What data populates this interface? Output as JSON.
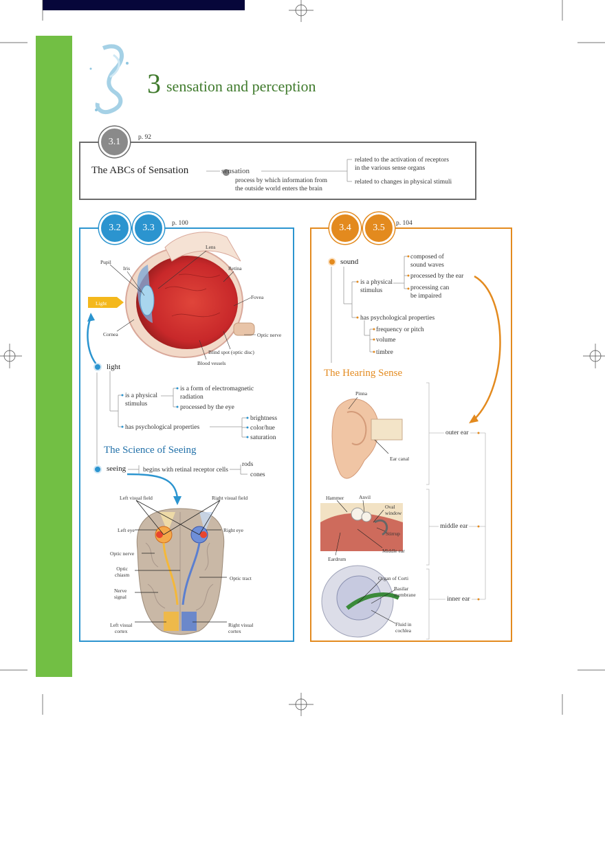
{
  "chapter": {
    "number": "3",
    "title": "sensation and perception"
  },
  "sec31": {
    "badge": "3.1",
    "page": "p. 92",
    "heading": "The ABCs of Sensation",
    "term": "sensation",
    "definition": [
      "process by which information from",
      "the outside world enters the brain"
    ],
    "relates": [
      [
        "related to the activation of receptors",
        "in the various sense organs"
      ],
      [
        "related to changes in physical stimuli"
      ]
    ]
  },
  "sec32": {
    "badges": [
      "3.2",
      "3.3"
    ],
    "page": "p. 100",
    "eye_labels": {
      "lens": "Lens",
      "pupil": "Pupil",
      "iris": "Iris",
      "retina": "Retina",
      "fovea": "Fovea",
      "light": "Light",
      "cornea": "Cornea",
      "optic_nerve": "Optic nerve",
      "blind_spot": "Blind spot (optic disc)",
      "blood_vessels": "Blood vessels"
    },
    "light": "light",
    "is_physical": [
      "is a physical",
      "stimulus"
    ],
    "em": [
      "is a form of electromagnetic",
      "radiation"
    ],
    "processed_eye": "processed by the eye",
    "has_psych": "has psychological properties",
    "props": [
      "brightness",
      "color/hue",
      "saturation"
    ],
    "science": "The Science of Seeing",
    "seeing": "seeing",
    "retinal": "begins with retinal receptor cells",
    "receptors": [
      "rods",
      "cones"
    ],
    "brain_labels": {
      "lvf": "Left visual field",
      "rvf": "Right visual field",
      "leye": "Left eye",
      "reye": "Right eye",
      "optic_nerve": "Optic nerve",
      "chiasm": [
        "Optic",
        "chiasm"
      ],
      "tract": "Optic tract",
      "nerve_signal": [
        "Nerve",
        "signal"
      ],
      "lcortex": [
        "Left visual",
        "cortex"
      ],
      "rcortex": [
        "Right visual",
        "cortex"
      ]
    }
  },
  "sec34": {
    "badges": [
      "3.4",
      "3.5"
    ],
    "page": "p. 104",
    "sound": "sound",
    "is_physical": [
      "is a physical",
      "stimulus"
    ],
    "composed": [
      "composed of",
      "sound waves"
    ],
    "processed_ear": "processed by the ear",
    "impaired": [
      "processing can",
      "be impaired"
    ],
    "has_psych": "has psychological properties",
    "props": [
      "frequency or pitch",
      "volume",
      "timbre"
    ],
    "hearing": "The Hearing Sense",
    "ear_parts": {
      "outer": "outer ear",
      "middle": "middle ear",
      "inner": "inner ear"
    },
    "ear_labels": {
      "pinna": "Pinna",
      "canal": "Ear canal",
      "hammer": "Hammer",
      "anvil": "Anvil",
      "oval": [
        "Oval",
        "window"
      ],
      "stirrup": "Stirrup",
      "middle": "Middle ear",
      "eardrum": "Eardrum",
      "corti": "Organ of Corti",
      "basilar": [
        "Basilar",
        "membrane"
      ],
      "fluid": [
        "Fluid in",
        "cochlea"
      ]
    }
  },
  "colors": {
    "green": "#72bf44",
    "blue": "#2b94cf",
    "orange": "#e38a1e",
    "gray": "#6b6b6b"
  }
}
